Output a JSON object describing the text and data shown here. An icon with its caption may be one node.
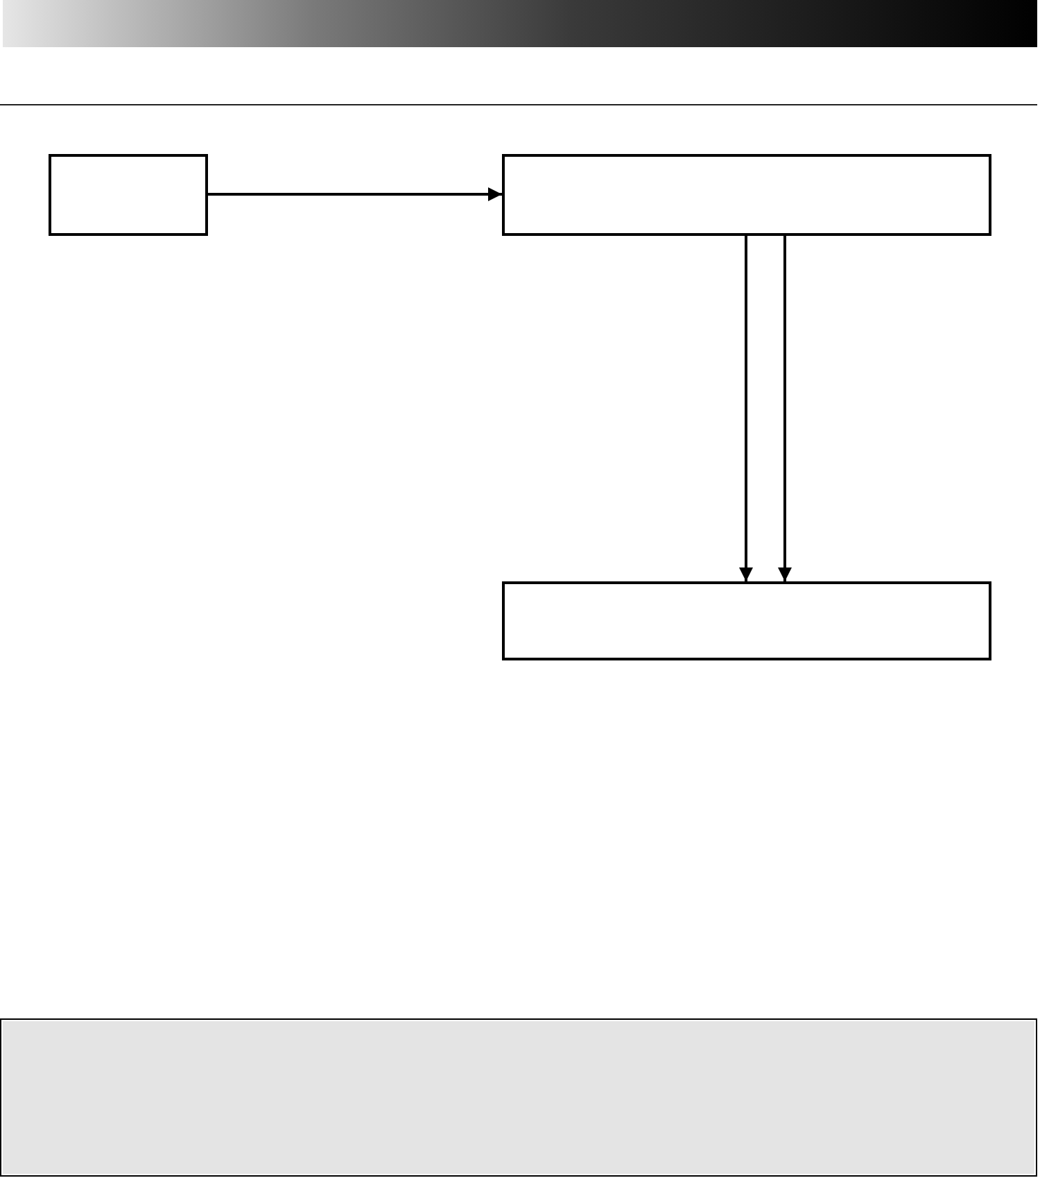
{
  "diagram": {
    "nodes": [
      {
        "text": [],
        "shape": "box"
      },
      {
        "text": [],
        "shape": "box"
      },
      {
        "text": [],
        "shape": "box"
      }
    ],
    "edges": [
      {
        "from": 0,
        "to": 1,
        "arrow": "to"
      },
      {
        "from": 1,
        "to": 2,
        "arrow": "to"
      },
      {
        "from": 1,
        "to": 2,
        "arrow": "to"
      }
    ]
  }
}
